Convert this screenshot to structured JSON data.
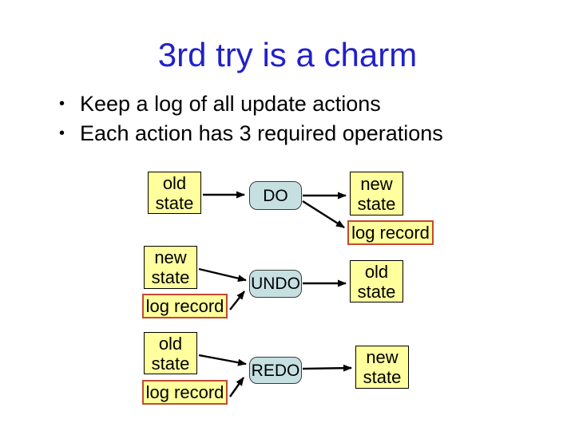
{
  "slide": {
    "title": "3rd try is a charm",
    "title_color": "#2121c8",
    "bullet_char": "•",
    "bullets": [
      "Keep a log of all update actions",
      "Each action has 3 required operations"
    ]
  },
  "diagram": {
    "operations": [
      {
        "name": "DO",
        "input_line1": "old",
        "input_line2": "state",
        "output_line1": "new",
        "output_line2": "state",
        "log_label": "log record"
      },
      {
        "name": "UNDO",
        "input_line1": "new",
        "input_line2": "state",
        "output_line1": "old",
        "output_line2": "state",
        "log_label": "log record"
      },
      {
        "name": "REDO",
        "input_line1": "old",
        "input_line2": "state",
        "output_line1": "new",
        "output_line2": "state",
        "log_label": "log record"
      }
    ],
    "colors": {
      "state_fill": "#ffff9e",
      "state_border": "#000000",
      "action_fill": "#c6e0e2",
      "action_border": "#3a3a3a",
      "log_fill": "#ffff9e",
      "log_border": "#c34a2f",
      "arrow": "#000000"
    }
  }
}
